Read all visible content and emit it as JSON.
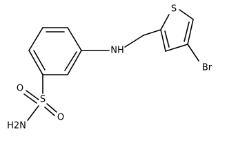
{
  "molecule": {
    "atoms": {
      "S_thiophene": "S",
      "Br": "Br",
      "NH": "NH",
      "S_sulfonyl": "S",
      "O_upper": "O",
      "O_lower": "O",
      "NH2": "H2N"
    }
  },
  "colors": {
    "bond": "#000000",
    "label": "#000000",
    "background": "#ffffff"
  }
}
